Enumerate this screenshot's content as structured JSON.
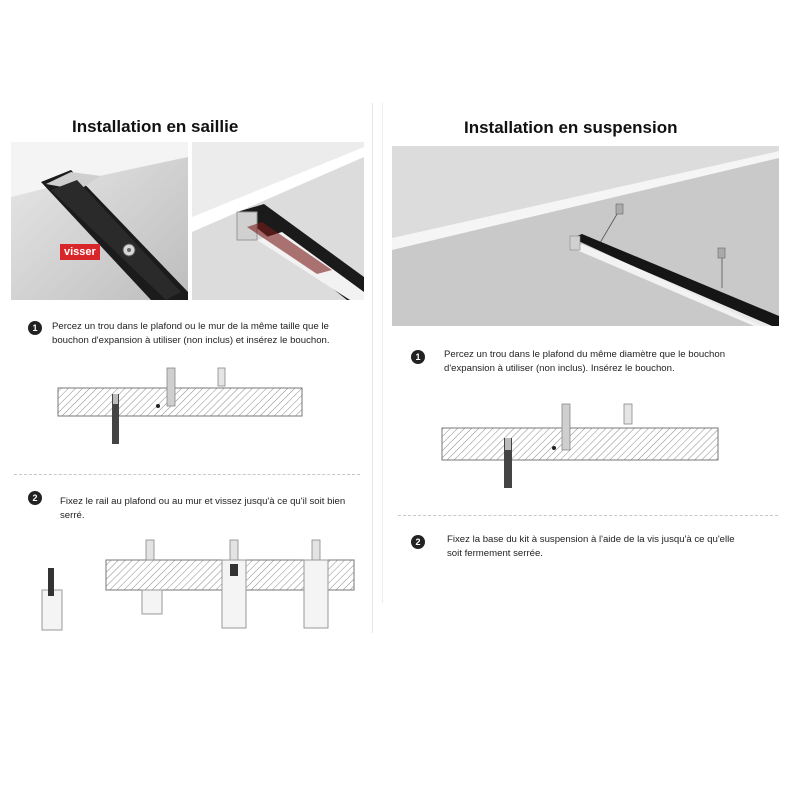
{
  "left": {
    "title": "Installation en saillie",
    "tag_label": "visser",
    "steps": [
      {
        "number": "1",
        "text": "Percez un trou dans le plafond ou le mur de la même taille que le bouchon d'expansion à utiliser (non inclus) et insérez le bouchon."
      },
      {
        "number": "2",
        "text": "Fixez le rail au plafond ou au mur et vissez jusqu'à ce qu'il soit bien serré."
      }
    ]
  },
  "right": {
    "title": "Installation en suspension",
    "steps": [
      {
        "number": "1",
        "text": "Percez un trou dans le plafond du même diamètre que le bouchon d'expansion à utiliser (non inclus). Insérez le bouchon."
      },
      {
        "number": "2",
        "text": "Fixez la base du kit à suspension à l'aide de la vis jusqu'à ce qu'elle soit fermement serrée."
      }
    ]
  },
  "colors": {
    "tag_red": "#d9262b",
    "rail_black": "#1a1a1a",
    "ceiling_grey": "#d5d5d5",
    "hatch": "#8a8a8a"
  }
}
